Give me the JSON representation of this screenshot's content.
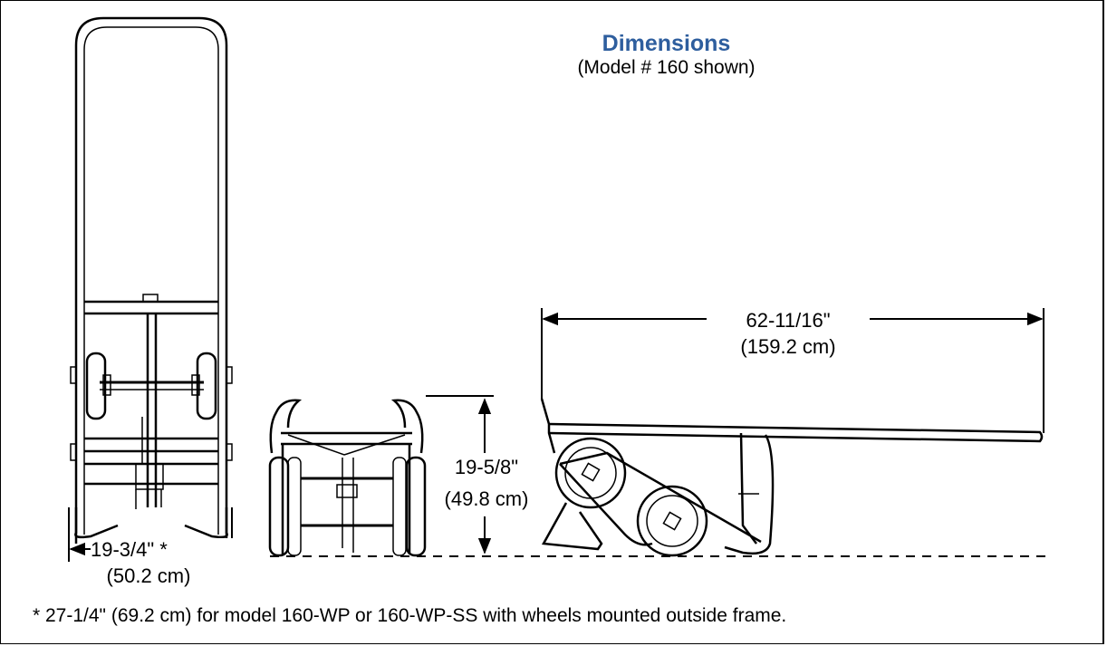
{
  "header": {
    "title": "Dimensions",
    "subtitle": "(Model # 160 shown)"
  },
  "dimensions": {
    "length_imperial": "62-11/16\"",
    "length_metric": "(159.2 cm)",
    "height_imperial": "19-5/8\"",
    "height_metric": "(49.8 cm)",
    "width_imperial": "19-3/4\" *",
    "width_metric": "(50.2 cm)"
  },
  "footnote": "* 27-1/4\" (69.2 cm) for model 160-WP or 160-WP-SS with wheels mounted outside frame.",
  "colors": {
    "title": "#2e5e9e",
    "line": "#000000"
  }
}
